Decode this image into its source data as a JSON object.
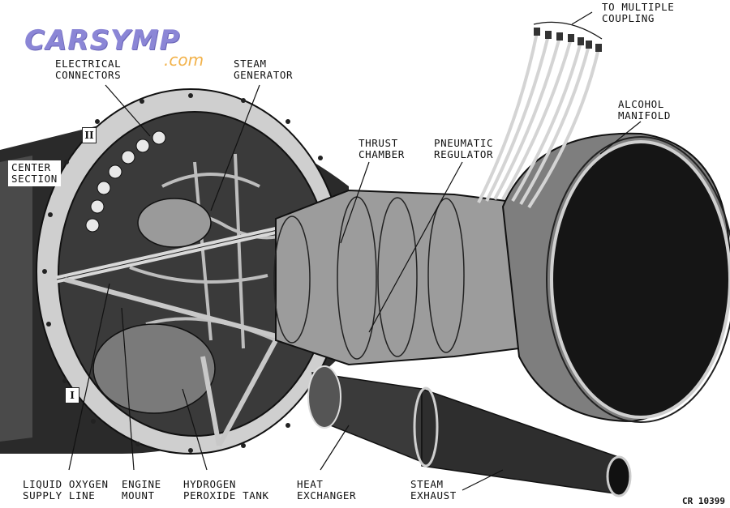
{
  "logo": {
    "main": "CARSYMP",
    "sub": ".com"
  },
  "labels": {
    "to_multiple_coupling": [
      "TO MULTIPLE",
      "COUPLING"
    ],
    "electrical_connectors": [
      "ELECTRICAL",
      "CONNECTORS"
    ],
    "steam_generator": [
      "STEAM",
      "GENERATOR"
    ],
    "alcohol_manifold": [
      "ALCOHOL",
      "MANIFOLD"
    ],
    "center_section": [
      "CENTER",
      "SECTION"
    ],
    "thrust_chamber": [
      "THRUST",
      "CHAMBER"
    ],
    "pneumatic_regulator": [
      "PNEUMATIC",
      "REGULATOR"
    ],
    "liquid_oxygen_supply_line": [
      "LIQUID OXYGEN",
      "SUPPLY LINE"
    ],
    "engine_mount": [
      "ENGINE",
      "MOUNT"
    ],
    "hydrogen_peroxide_tank": [
      "HYDROGEN",
      "PEROXIDE TANK"
    ],
    "heat_exchanger": [
      "HEAT",
      "EXCHANGER"
    ],
    "steam_exhaust": [
      "STEAM",
      "EXHAUST"
    ]
  },
  "section_markers": {
    "upper": "II",
    "lower": "I"
  },
  "reference_code": "CR 10399"
}
